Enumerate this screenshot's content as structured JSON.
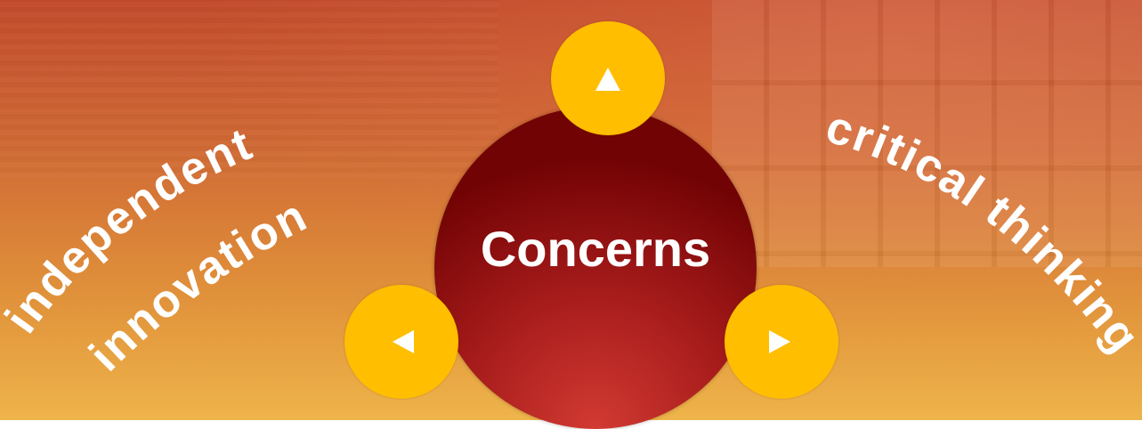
{
  "diagram": {
    "center_label": "Concerns",
    "left_text_line1": "independent",
    "left_text_line2": "innovation",
    "right_text": "critical thinking",
    "nodes": [
      {
        "icon": "triangle-up-icon"
      },
      {
        "icon": "triangle-left-icon"
      },
      {
        "icon": "triangle-right-icon"
      }
    ],
    "colors": {
      "center_circle": "#720304",
      "node": "#ffbe00",
      "text": "#ffffff",
      "background_top": "#c24b2c",
      "background_bottom": "#eeb44a"
    }
  }
}
